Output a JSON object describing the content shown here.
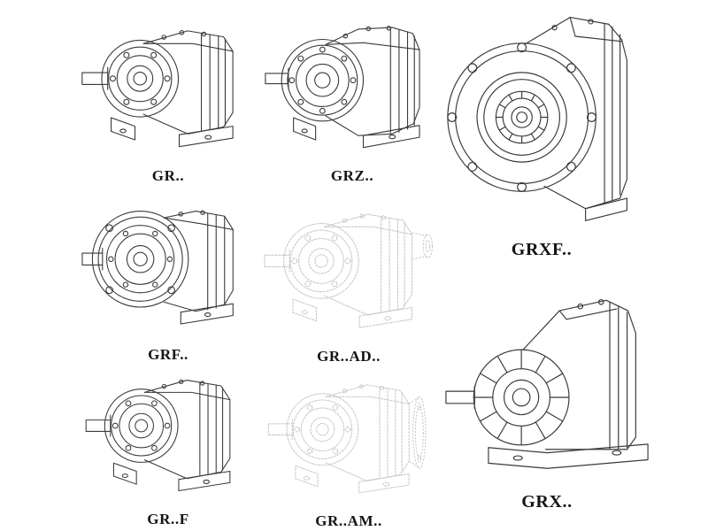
{
  "sheet": {
    "background": "#ffffff",
    "line_color": "#3a3a3a",
    "ghost_line_color": "#c7c7c7",
    "label_color": "#141414"
  },
  "products": [
    {
      "id": "gr",
      "label": "GR..",
      "appearance": "solid",
      "drawing": "foot-mounted-helical-gearbox-side-view"
    },
    {
      "id": "grz",
      "label": "GRZ..",
      "appearance": "solid",
      "drawing": "foot-mounted-helical-gearbox-large-cover"
    },
    {
      "id": "grxf",
      "label": "GRXF..",
      "appearance": "solid",
      "drawing": "flange-mounted-gearbox-front-flange-view"
    },
    {
      "id": "grf",
      "label": "GRF..",
      "appearance": "solid",
      "drawing": "flange-mounted-helical-gearbox-side-view"
    },
    {
      "id": "gr-ad",
      "label": "GR..AD..",
      "appearance": "ghost",
      "drawing": "gearbox-with-input-shaft-adapter-phantom"
    },
    {
      "id": "gr-f",
      "label": "GR..F",
      "appearance": "solid",
      "drawing": "foot-mounted-helical-gearbox-side-view"
    },
    {
      "id": "gr-am",
      "label": "GR..AM..",
      "appearance": "ghost",
      "drawing": "gearbox-with-iec-motor-flange-phantom"
    },
    {
      "id": "grx",
      "label": "GRX..",
      "appearance": "solid",
      "drawing": "large-foot-mounted-gearbox-ribbed-housing"
    }
  ]
}
